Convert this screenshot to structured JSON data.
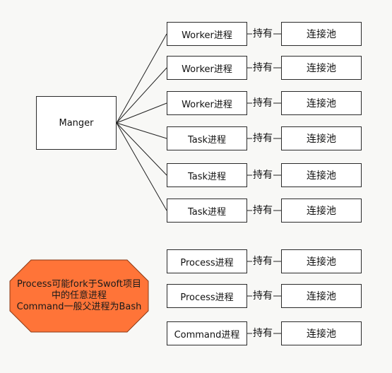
{
  "manager": {
    "label": "Manger"
  },
  "relation_label": "持有",
  "pool_label": "连接池",
  "processes": [
    {
      "label": "Worker进程"
    },
    {
      "label": "Worker进程"
    },
    {
      "label": "Worker进程"
    },
    {
      "label": "Task进程"
    },
    {
      "label": "Task进程"
    },
    {
      "label": "Task进程"
    },
    {
      "label": "Process进程"
    },
    {
      "label": "Process进程"
    },
    {
      "label": "Command进程"
    }
  ],
  "note": {
    "lines": [
      "Process可能fork于Swoft项目",
      "中的任意进程",
      "Command一般父进程为Bash"
    ],
    "color": "#ff7438"
  }
}
